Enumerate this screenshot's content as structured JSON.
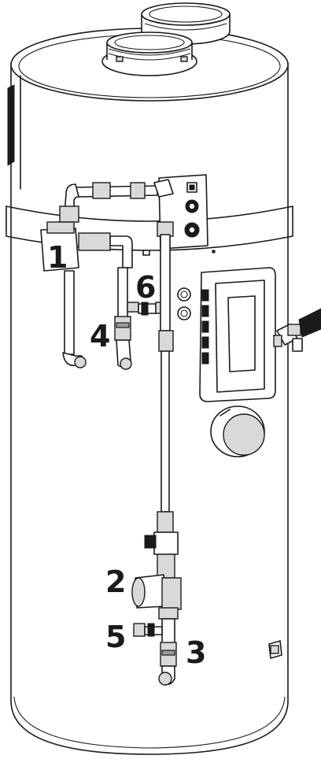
{
  "callouts": [
    {
      "id": "1",
      "label": "1"
    },
    {
      "id": "2",
      "label": "2"
    },
    {
      "id": "3",
      "label": "3"
    },
    {
      "id": "4",
      "label": "4"
    },
    {
      "id": "5",
      "label": "5"
    },
    {
      "id": "6",
      "label": "6"
    }
  ],
  "colors": {
    "line": "#1a1a1a",
    "fill": "#ffffff",
    "shade": "#d9d9d9"
  }
}
